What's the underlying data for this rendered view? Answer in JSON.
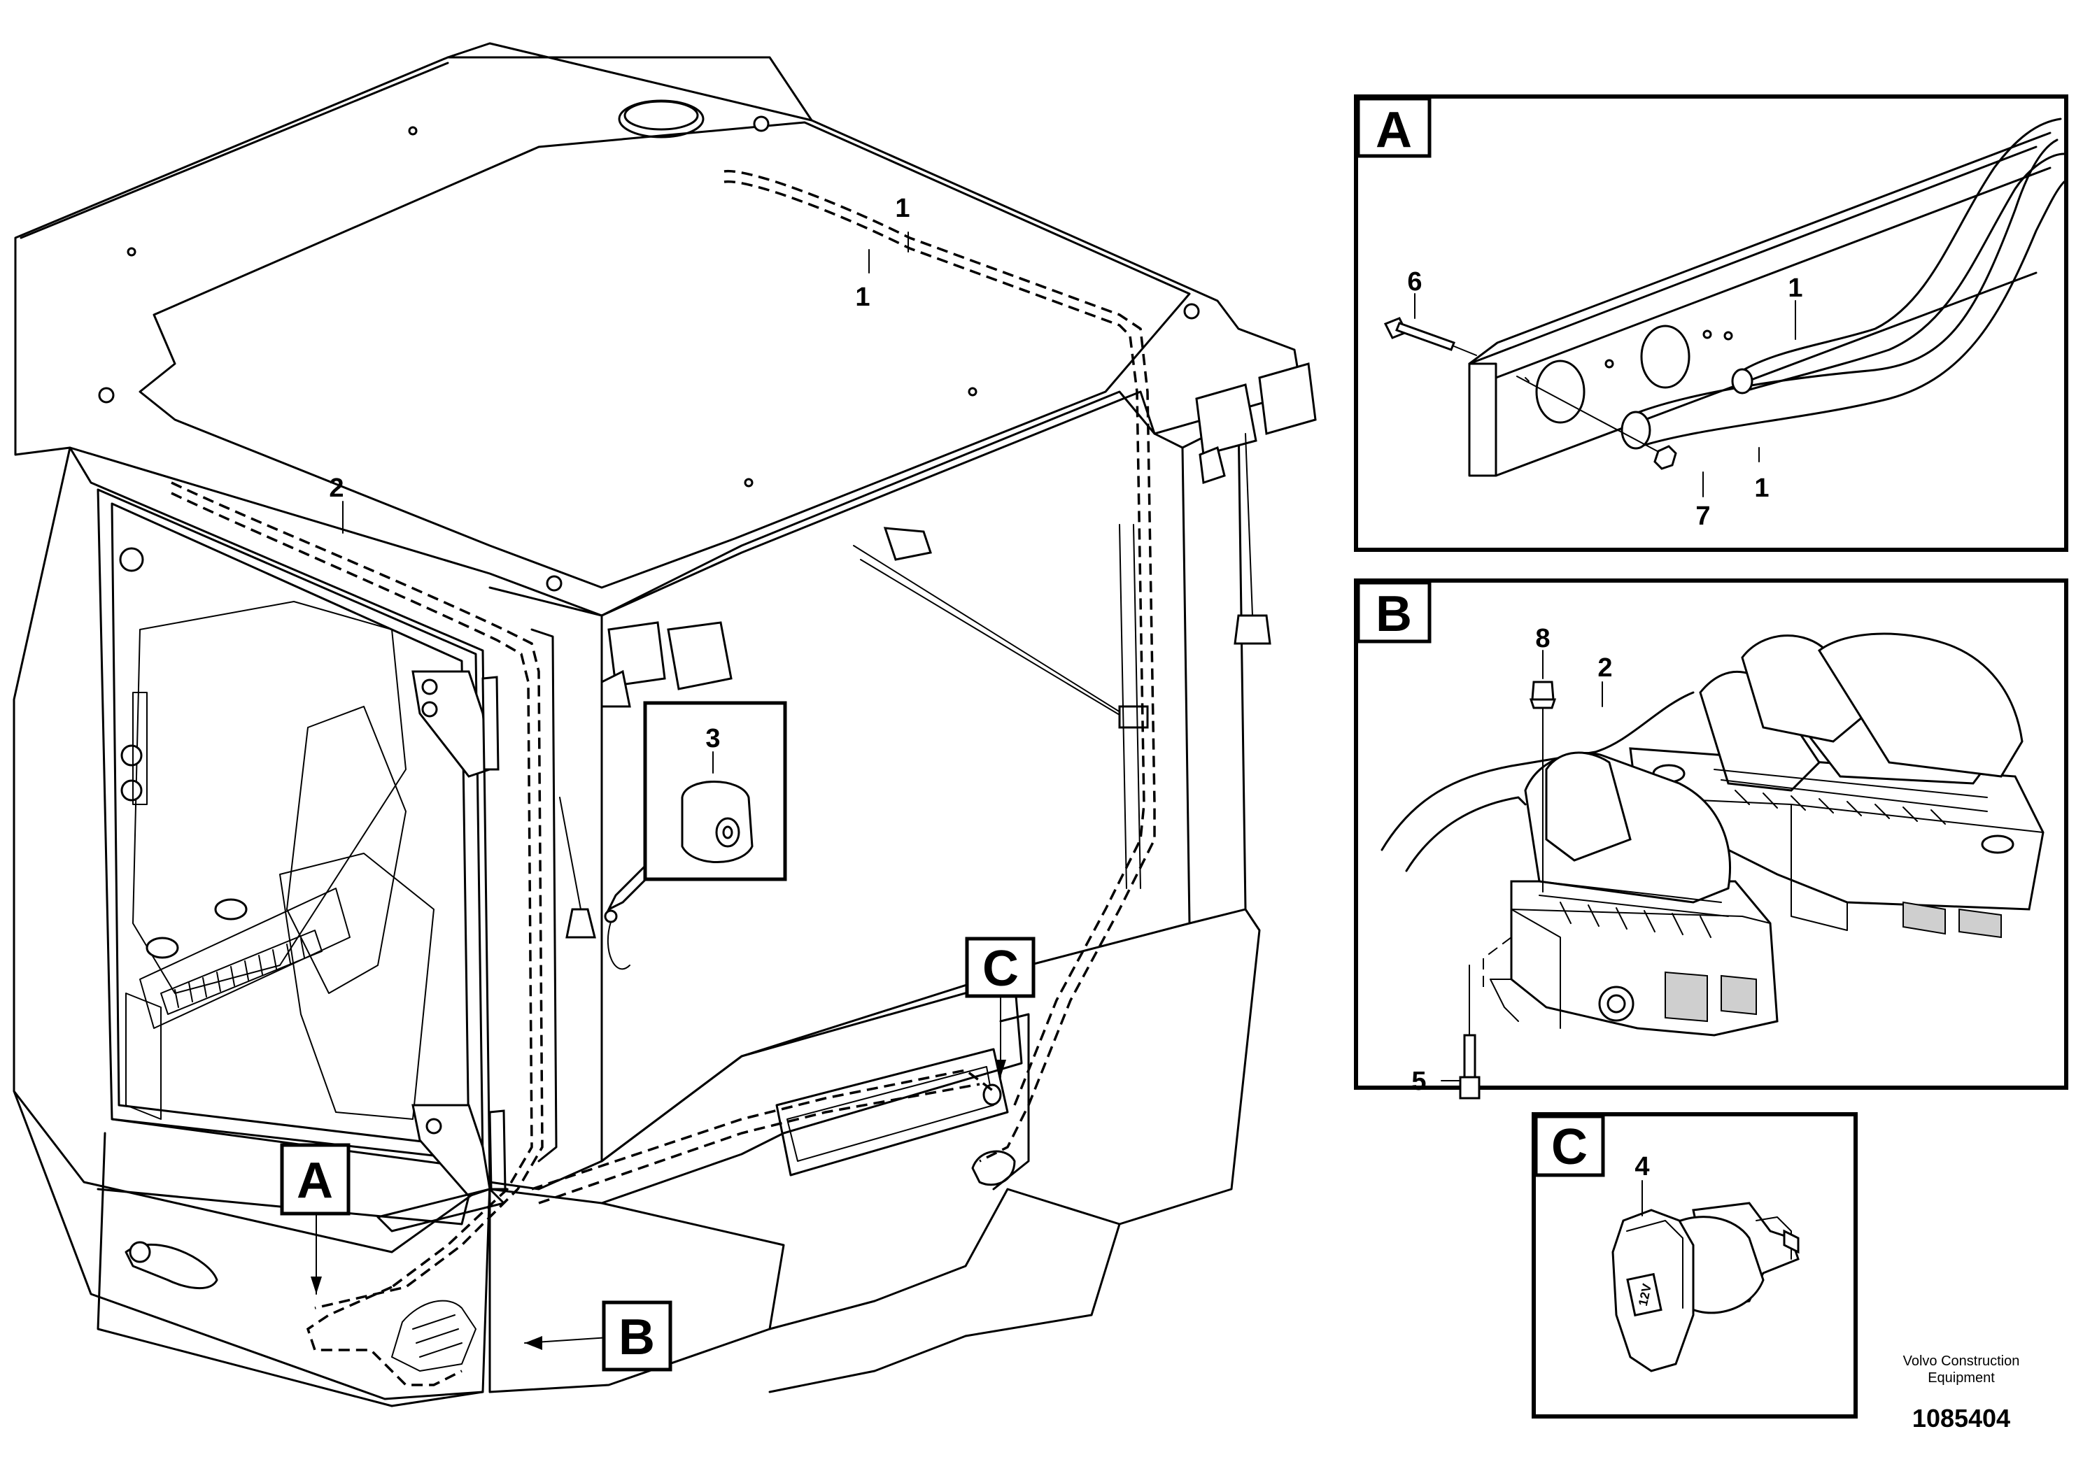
{
  "callouts": {
    "c1_top": "1",
    "c1_bottom": "1",
    "c2": "2",
    "c3": "3"
  },
  "view_tags": {
    "a": "A",
    "b": "B",
    "c": "C"
  },
  "detail_a": {
    "letter": "A",
    "labels": {
      "p6": "6",
      "p1_upper": "1",
      "p1_lower": "1",
      "p7": "7"
    }
  },
  "detail_b": {
    "letter": "B",
    "labels": {
      "p8": "8",
      "p2": "2",
      "p5": "5"
    }
  },
  "detail_c": {
    "letter": "C",
    "labels": {
      "p4": "4"
    },
    "socket_mark": "12V"
  },
  "footer": {
    "credit_line1": "Volvo Construction",
    "credit_line2": "Equipment",
    "drawing_number": "1085404"
  }
}
